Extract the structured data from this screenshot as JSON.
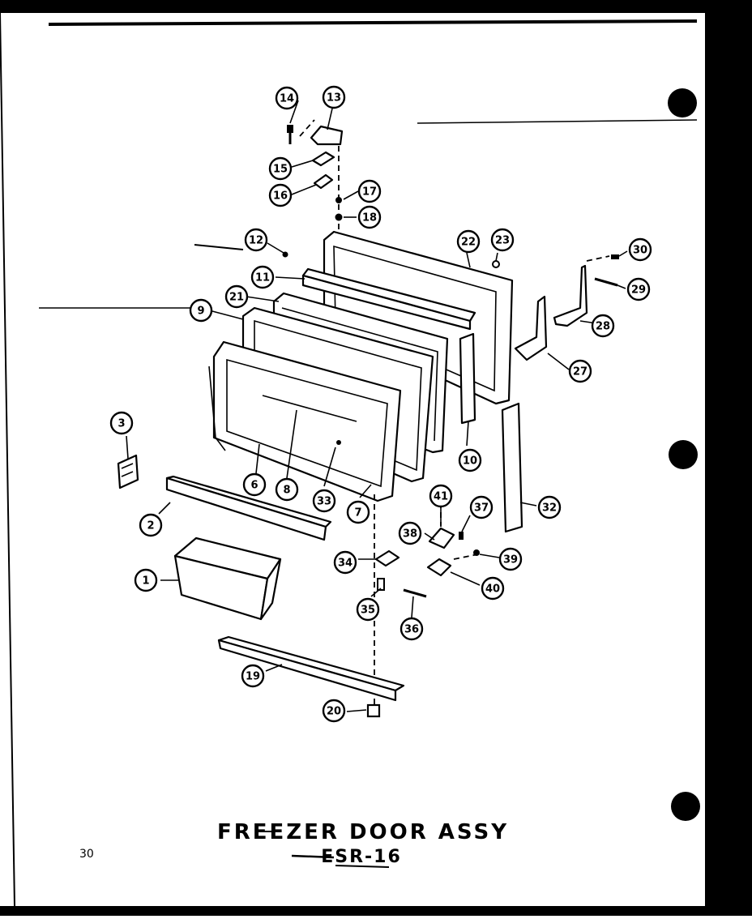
{
  "diagram": {
    "title": "FREEZER DOOR ASSY",
    "model": "ESR-16",
    "page_number": "30",
    "callouts": [
      "1",
      "2",
      "3",
      "6",
      "7",
      "8",
      "9",
      "10",
      "11",
      "12",
      "13",
      "14",
      "15",
      "16",
      "17",
      "18",
      "19",
      "20",
      "21",
      "22",
      "23",
      "27",
      "28",
      "29",
      "30",
      "32",
      "33",
      "34",
      "35",
      "36",
      "37",
      "38",
      "39",
      "40",
      "41"
    ],
    "colors": {
      "ink": "#000000",
      "paper": "#ffffff"
    }
  }
}
